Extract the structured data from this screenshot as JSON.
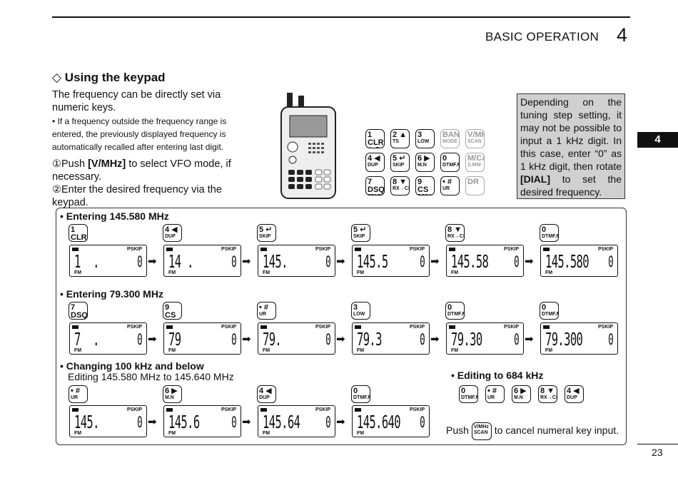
{
  "header": {
    "title": "BASIC OPERATION",
    "chapter_number": "4",
    "tab_number": "4"
  },
  "section": {
    "title": "◇ Using the keypad"
  },
  "intro": "The frequency can be directly set via numeric keys.",
  "bullet": "• If a frequency outside the frequency range is entered, the previously displayed frequency is automatically recalled after entering last digit.",
  "steps": [
    {
      "num": "①",
      "pre": "Push ",
      "bold": "[V/MHz]",
      "post": " to select VFO mode, if necessary."
    },
    {
      "num": "②",
      "pre": "Enter the desired frequency via the keypad.",
      "bold": "",
      "post": ""
    }
  ],
  "note": {
    "pre": "Depending on the tuning step setting, it may not be possible to input a 1 kHz digit. In this case, enter “0” as 1 kHz digit, then rotate ",
    "bold": "[DIAL]",
    "post": " to set the desired frequency."
  },
  "keypad": [
    {
      "k1": "1 CLR",
      "k2": "V⇔D"
    },
    {
      "k1": "2 ▲",
      "k2": "TS"
    },
    {
      "k1": "3",
      "k2": "LOW"
    },
    {
      "k1": "BAND",
      "k2": "MODE",
      "grey": true
    },
    {
      "k1": "V/MHz",
      "k2": "SCAN",
      "grey": true
    },
    {
      "k1": "4 ◀",
      "k2": "DUP"
    },
    {
      "k1": "5 ↵",
      "k2": "SKIP"
    },
    {
      "k1": "6 ▶",
      "k2": "M.N"
    },
    {
      "k1": "0",
      "k2": "DTMF.M"
    },
    {
      "k1": "M/CALL",
      "k2": "S.MW",
      "grey": true
    },
    {
      "k1": "7 DSQ",
      "k2": "TONE"
    },
    {
      "k1": "8 ▼",
      "k2": "RX→CS"
    },
    {
      "k1": "9 CS",
      "k2": "T.SCAN"
    },
    {
      "k1": "•  #",
      "k2": "UR"
    },
    {
      "k1": "DR",
      "k2": "",
      "grey": true
    }
  ],
  "groups": [
    {
      "title": "• Entering 145.580 MHz",
      "subtitle": "",
      "keys": [
        {
          "k1": "1 CLR",
          "k2": "V⇔D"
        },
        {
          "k1": "4 ◀",
          "k2": "DUP"
        },
        {
          "k1": "5 ↵",
          "k2": "SKIP"
        },
        {
          "k1": "5 ↵",
          "k2": "SKIP"
        },
        {
          "k1": "8 ▼",
          "k2": "RX→CS"
        },
        {
          "k1": "0",
          "k2": "DTMF.M"
        }
      ],
      "displays": [
        "1  .",
        "14 .",
        "145.",
        "145.5",
        "145.58",
        "145.580"
      ]
    },
    {
      "title": "• Entering 79.300 MHz",
      "subtitle": "",
      "keys": [
        {
          "k1": "7 DSQ",
          "k2": "TONE"
        },
        {
          "k1": "9 CS",
          "k2": "T.SCAN"
        },
        {
          "k1": "•  #",
          "k2": "UR"
        },
        {
          "k1": "3",
          "k2": "LOW"
        },
        {
          "k1": "0",
          "k2": "DTMF.M"
        },
        {
          "k1": "0",
          "k2": "DTMF.M"
        }
      ],
      "displays": [
        "7  .",
        "79",
        "79.",
        "79.3",
        "79.30",
        "79.300"
      ]
    },
    {
      "title": "• Changing 100 kHz and below",
      "subtitle": "Editing 145.580 MHz to 145.640 MHz",
      "keys": [
        {
          "k1": "•  #",
          "k2": "UR"
        },
        {
          "k1": "6 ▶",
          "k2": "M.N"
        },
        {
          "k1": "4 ◀",
          "k2": "DUP"
        },
        {
          "k1": "0",
          "k2": "DTMF.M"
        }
      ],
      "displays": [
        "145.",
        "145.6",
        "145.64",
        "145.640"
      ]
    }
  ],
  "lcd": {
    "pskip": "PSKIP",
    "fm": "FM",
    "zero": "0"
  },
  "edit684": {
    "title": "• Editing to 684 kHz",
    "keys": [
      {
        "k1": "0",
        "k2": "DTMF.M"
      },
      {
        "k1": "•  #",
        "k2": "UR"
      },
      {
        "k1": "6 ▶",
        "k2": "M.N"
      },
      {
        "k1": "8 ▼",
        "k2": "RX→CS"
      },
      {
        "k1": "4 ◀",
        "k2": "DUP"
      }
    ]
  },
  "push": {
    "pre": "Push",
    "key_k1": "V/MHz",
    "key_k2": "SCAN",
    "post": "to cancel numeral key input."
  },
  "footer": {
    "page": "23"
  }
}
